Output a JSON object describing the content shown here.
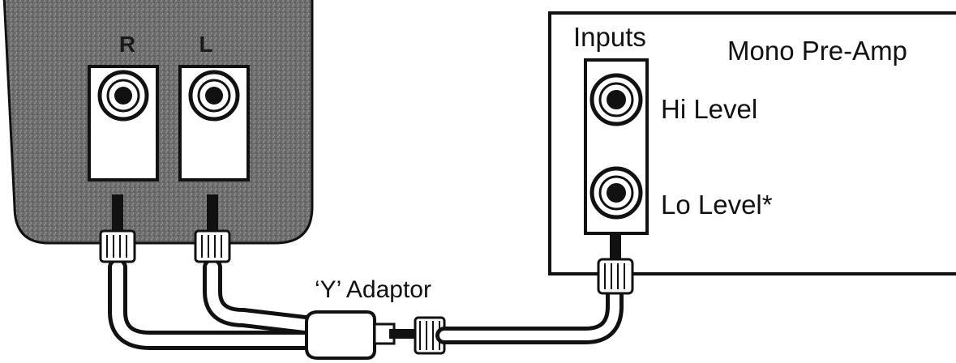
{
  "source_unit": {
    "channel_right": "R",
    "channel_left": "L"
  },
  "preamp": {
    "title": "Mono Pre-Amp",
    "inputs_label": "Inputs",
    "hi_level_label": "Hi Level",
    "lo_level_label": "Lo Level*"
  },
  "adaptor": {
    "label": "‘Y’ Adaptor"
  },
  "colors": {
    "unit_fill": "#6e6e6e",
    "line": "#111111",
    "background": "#ffffff"
  }
}
